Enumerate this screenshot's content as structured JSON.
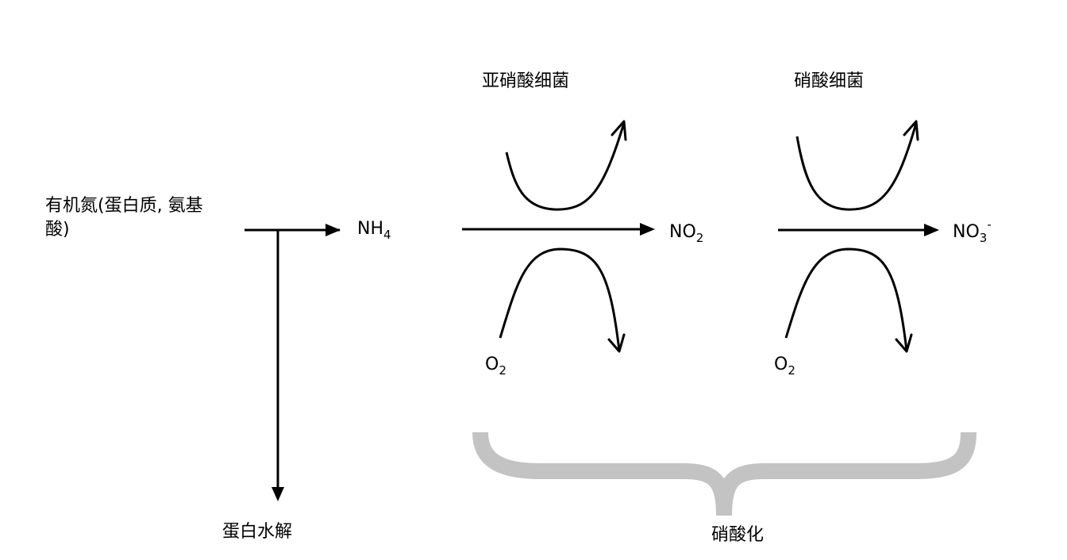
{
  "labels": {
    "organic_nitrogen_line1": "有机氮(蛋白质, 氨基",
    "organic_nitrogen_line2": "酸)",
    "protein_hydrolysis": "蛋白水解",
    "nitrite_bacteria": "亚硝酸细菌",
    "nitrate_bacteria": "硝酸细菌",
    "nitrification": "硝酸化"
  },
  "species": {
    "ammonium": {
      "base": "NH",
      "sub": "4"
    },
    "nitrite": {
      "base": "NO",
      "sub": "2"
    },
    "nitrate": {
      "base": "NO",
      "sub": "3",
      "sup": "-"
    },
    "oxygen": {
      "base": "O",
      "sub": "2"
    }
  },
  "colors": {
    "ink": "#000000",
    "brace": "#c3c3c3"
  }
}
